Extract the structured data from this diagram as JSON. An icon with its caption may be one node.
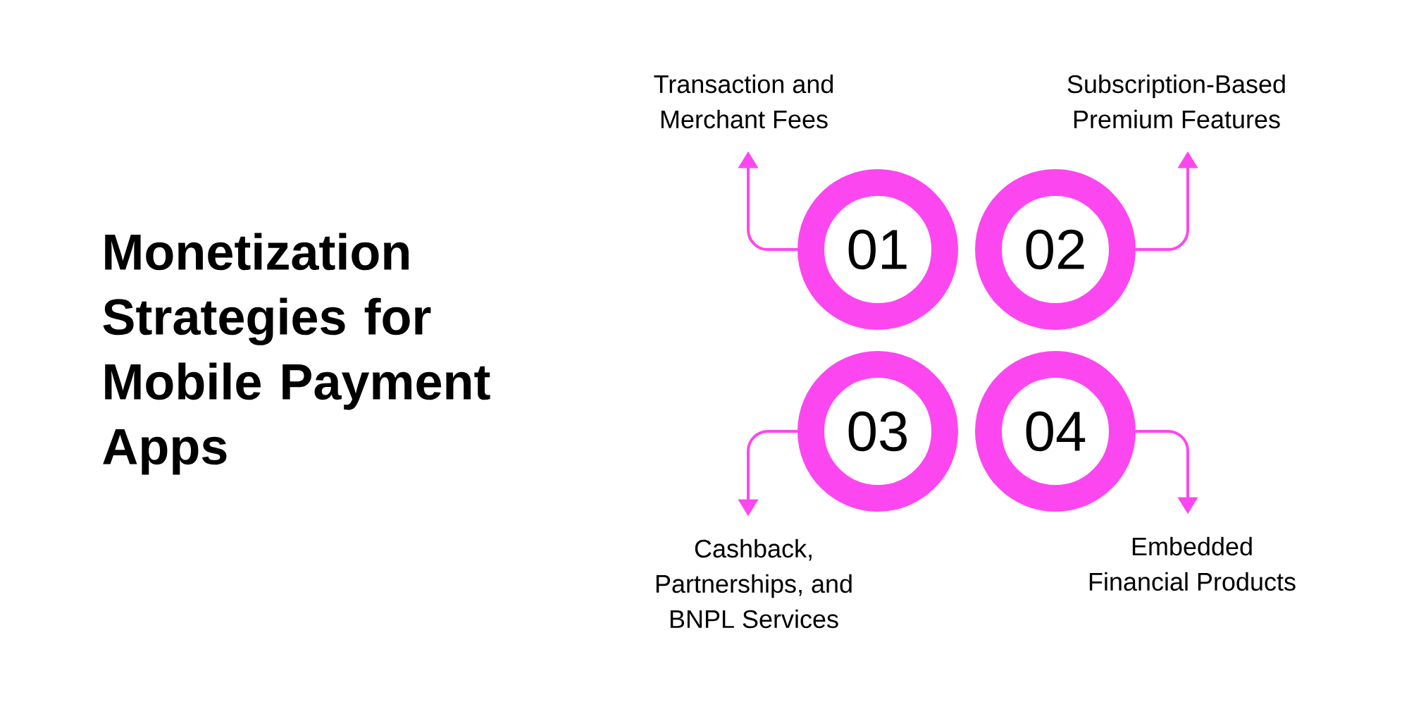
{
  "diagram": {
    "title": "Monetization Strategies for Mobile Payment Apps",
    "nodes": [
      {
        "text": [
          "01"
        ]
      },
      {
        "text": [
          "02"
        ]
      },
      {
        "text": [
          "03"
        ]
      },
      {
        "text": [
          "04"
        ]
      },
      {
        "text": [
          "Transaction and Merchant Fees"
        ]
      },
      {
        "text": [
          "Subscription-Based Premium Features"
        ]
      },
      {
        "text": [
          "Cashback, Partnerships, and BNPL Services"
        ]
      },
      {
        "text": [
          "Embedded Financial Products"
        ]
      }
    ],
    "edges": [
      {
        "from": 0,
        "to": 4,
        "arrow": "to"
      },
      {
        "from": 1,
        "to": 5,
        "arrow": "to"
      },
      {
        "from": 2,
        "to": 6,
        "arrow": "to"
      },
      {
        "from": 3,
        "to": 7,
        "arrow": "to"
      }
    ]
  }
}
